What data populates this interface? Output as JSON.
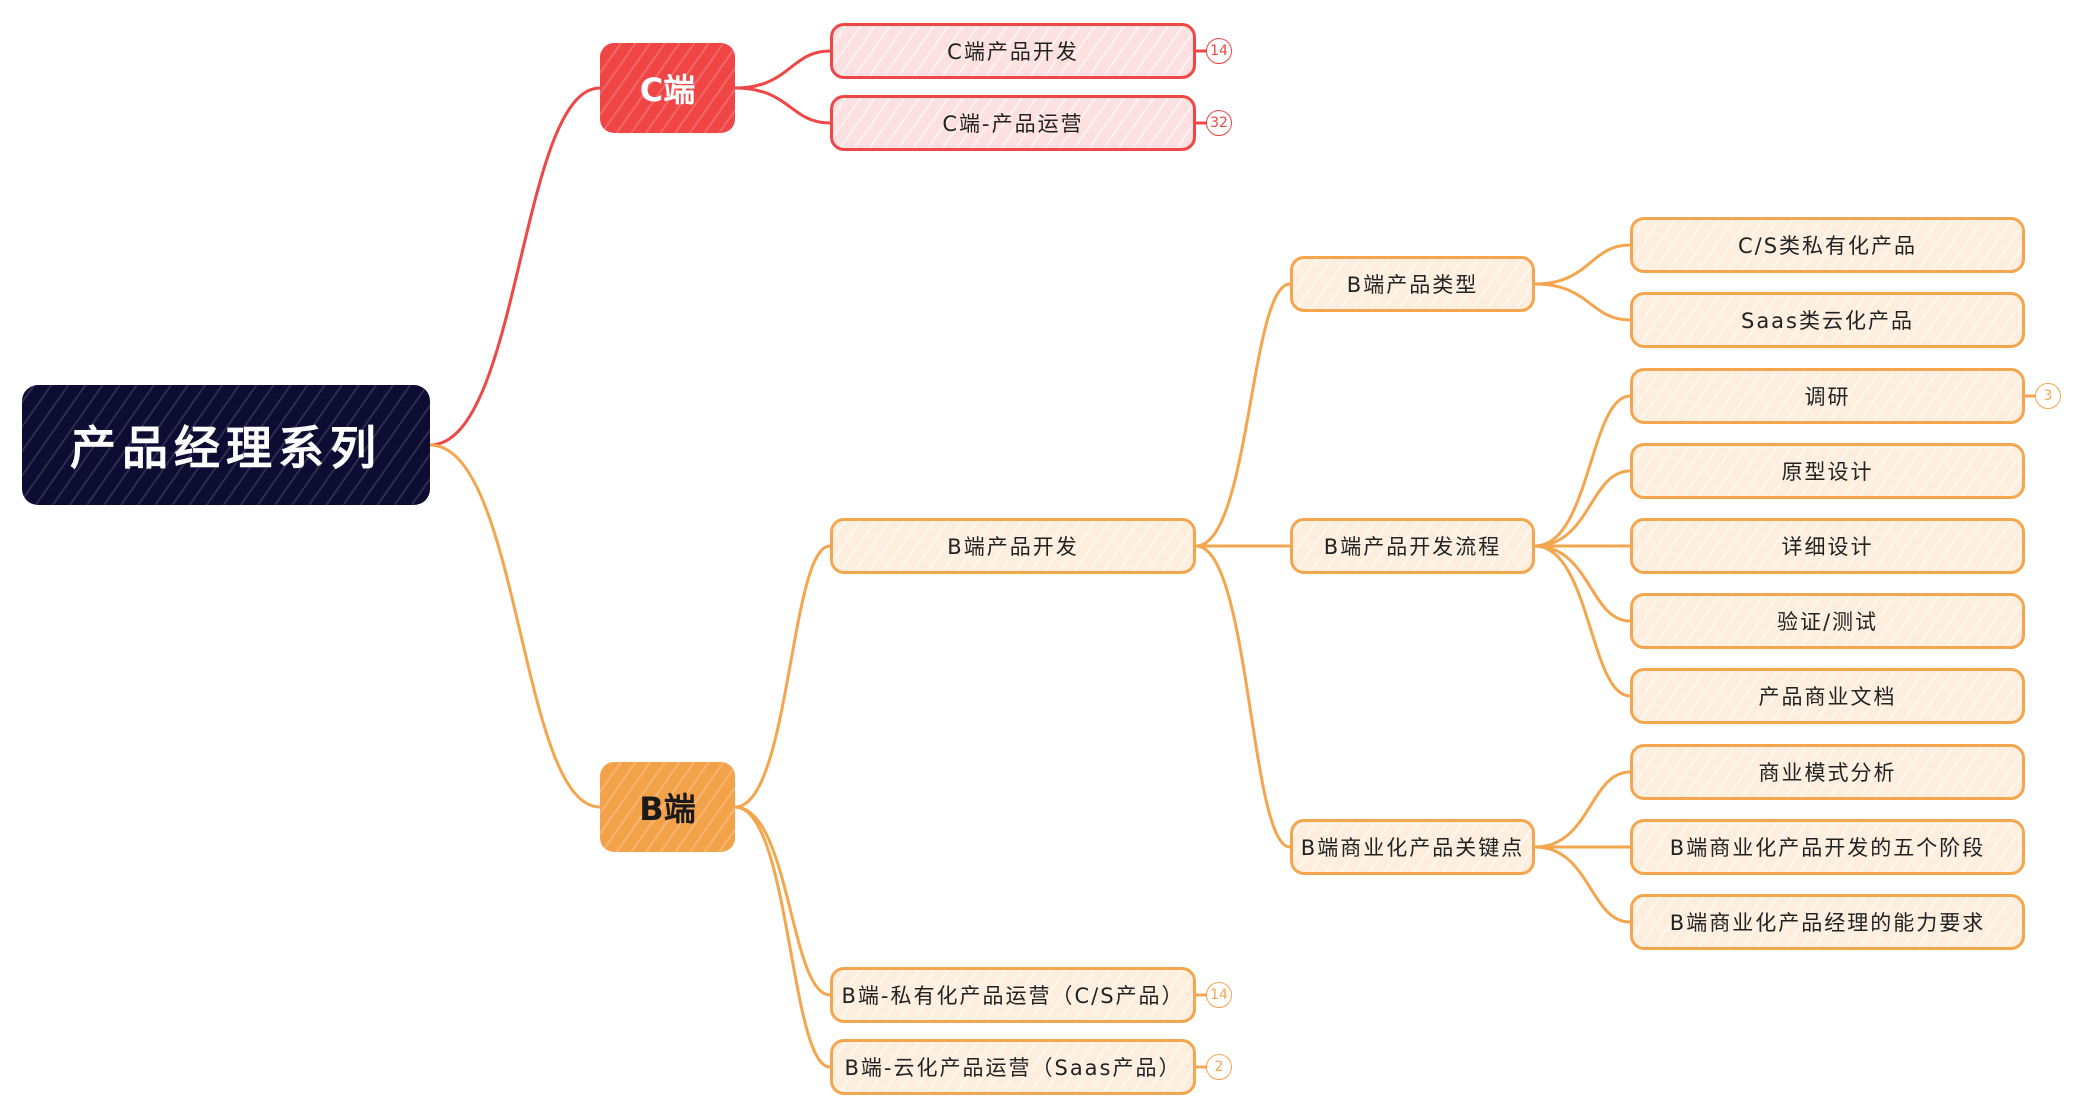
{
  "root": {
    "label": "产品经理系列"
  },
  "c_side": {
    "label": "C端",
    "children": [
      {
        "label": "C端产品开发",
        "count": "14"
      },
      {
        "label": "C端-产品运营",
        "count": "32"
      }
    ]
  },
  "b_side": {
    "label": "B端",
    "dev": {
      "label": "B端产品开发",
      "types": {
        "label": "B端产品类型",
        "children": [
          "C/S类私有化产品",
          "Saas类云化产品"
        ]
      },
      "process": {
        "label": "B端产品开发流程",
        "children": [
          {
            "label": "调研",
            "count": "3"
          },
          {
            "label": "原型设计"
          },
          {
            "label": "详细设计"
          },
          {
            "label": "验证/测试"
          },
          {
            "label": "产品商业文档"
          }
        ]
      },
      "keypoints": {
        "label": "B端商业化产品关键点",
        "children": [
          "商业模式分析",
          "B端商业化产品开发的五个阶段",
          "B端商业化产品经理的能力要求"
        ]
      }
    },
    "private_ops": {
      "label": "B端-私有化产品运营（C/S产品）",
      "count": "14"
    },
    "cloud_ops": {
      "label": "B端-云化产品运营（Saas产品）",
      "count": "2"
    }
  },
  "colors": {
    "root": "#0d0d33",
    "c_branch": "#ef4646",
    "b_branch": "#f4a64f",
    "c_fill": "#fde0e0",
    "b_fill": "#fdeede"
  }
}
